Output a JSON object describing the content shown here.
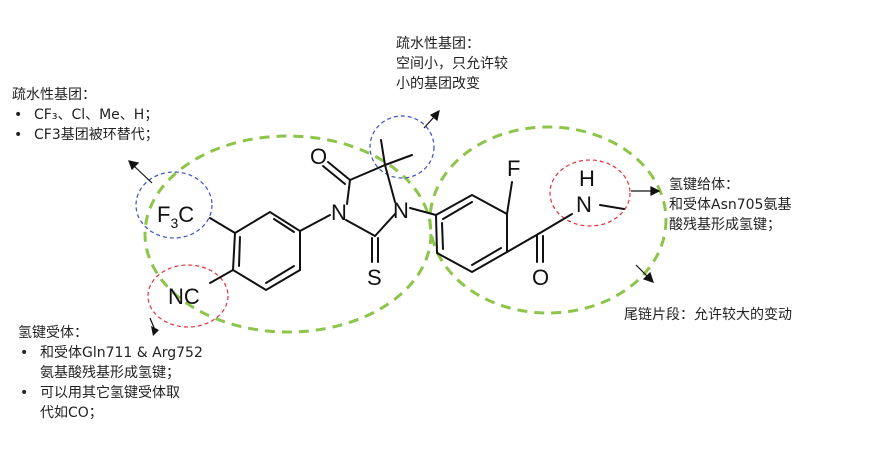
{
  "atoms": {
    "oxygen_top": "O",
    "nitrogen_left": "N",
    "nitrogen_right": "N",
    "sulfur": "S",
    "fluorine": "F",
    "nh_h": "H",
    "nh_n": "N",
    "oxygen_amide": "O",
    "cf3": "F",
    "cf3_sub": "3",
    "cf3_c": "C",
    "nitrile": "NC"
  },
  "annotations": {
    "left_top": {
      "title": "疏水性基团：",
      "items": [
        "CF₃、Cl、Me、H；",
        "CF3基团被环替代；"
      ]
    },
    "center_top": {
      "title": "疏水性基团：",
      "lines": [
        "空间小，只允许较",
        "小的基团改变"
      ]
    },
    "right_top": {
      "title": "氢键给体：",
      "lines": [
        "和受体Asn705氨基",
        "酸残基形成氢键；"
      ]
    },
    "right_mid": {
      "text": "尾链片段：允许较大的变动"
    },
    "left_bottom": {
      "title": "氢键受体：",
      "items": [
        [
          "和受体Gln711 & Arg752",
          "氨基酸残基形成氢键；"
        ],
        [
          "可以用其它氢键受体取",
          "代如CO；"
        ]
      ]
    }
  },
  "colors": {
    "green_dash": "#8dc44a",
    "blue_dash": "#3a4fc8",
    "red_dash": "#e0333a",
    "bond": "#111111"
  }
}
